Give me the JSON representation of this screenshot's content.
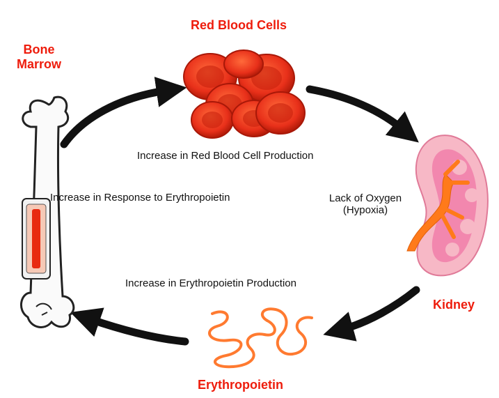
{
  "labels": {
    "red_blood_cells": "Red Blood Cells",
    "bone_marrow_line1": "Bone",
    "bone_marrow_line2": "Marrow",
    "kidney": "Kidney",
    "erythropoietin": "Erythropoietin",
    "rbc_production": "Increase in Red Blood Cell Production",
    "response": "Increase in Response to Erythropoietin",
    "lack_oxygen_line1": "Lack of Oxygen",
    "lack_oxygen_line2": "(Hypoxia)",
    "epo_production": "Increase in Erythropoietin Production"
  },
  "colors": {
    "label_red": "#ee1c0c",
    "text": "#111111",
    "arrow": "#111111",
    "blood_cell": "#e8301a",
    "blood_cell_dark": "#a81808",
    "kidney_outer": "#f7b8c6",
    "kidney_inner": "#f07aa8",
    "kidney_core": "#ff7a1a",
    "hormone": "#ff7a30",
    "bone_marrow": "#e82a10"
  },
  "icons": [
    "bone-icon",
    "red-blood-cells-icon",
    "kidney-icon",
    "erythropoietin-icon",
    "cycle-arrow-icon"
  ]
}
